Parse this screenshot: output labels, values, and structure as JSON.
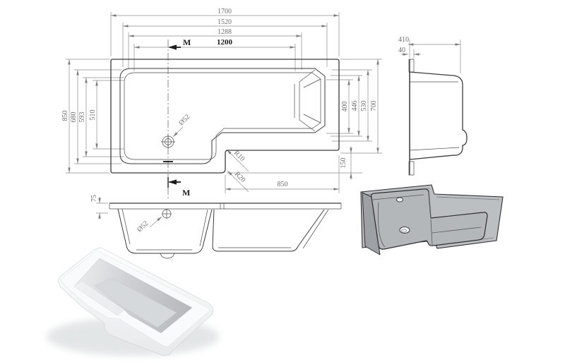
{
  "drawing": {
    "plan": {
      "dim_1700": "1700",
      "dim_1520": "1520",
      "dim_1288": "1288",
      "dim_1200": "1200",
      "dim_850_left": "850",
      "dim_680": "680",
      "dim_593": "593",
      "dim_510": "510",
      "dim_400": "400",
      "dim_446": "446",
      "dim_530": "530",
      "dim_700": "700",
      "dim_150": "150",
      "dim_850_bottom": "850",
      "radius_small": "R10",
      "radius_large": "R20",
      "drain_diameter": "Ø52",
      "section_marker_top": "M",
      "section_marker_bottom": "M"
    },
    "end_view": {
      "dim_410": "410",
      "dim_40": "40"
    },
    "section_view": {
      "dim_75": "75",
      "drain_diameter": "Ø52"
    },
    "colors": {
      "line": "#3a3a3e",
      "dim_line": "#8d8d8d",
      "dim_text": "#6f6f6f",
      "bold_text": "#1b1b1b",
      "iso_body": "#b4b7ba",
      "iso_plate": "#bcbfc2"
    }
  }
}
